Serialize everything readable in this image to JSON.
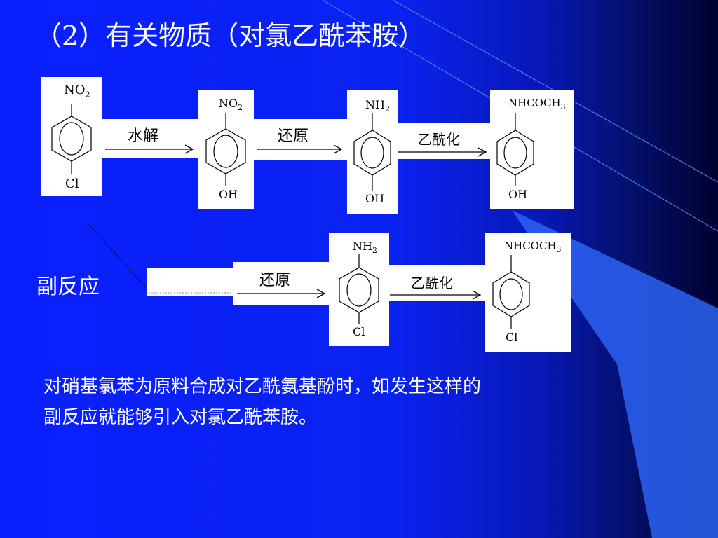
{
  "slide": {
    "title": "（2）有关物质（对氯乙酰苯胺）",
    "side_reaction_label": "副反应",
    "paragraph": {
      "line1": "对硝基氯苯为原料合成对乙酰氨基酚时，如发生这样的",
      "line2": "副反应就能够引入对氯乙酰苯胺。"
    }
  },
  "main_route": {
    "steps": [
      "水解",
      "还原",
      "乙酰化"
    ],
    "compounds": [
      {
        "top": "NO",
        "top_sub": "2",
        "bottom": "Cl"
      },
      {
        "top": "NO",
        "top_sub": "2",
        "bottom": "OH"
      },
      {
        "top": "NH",
        "top_sub": "2",
        "bottom": "OH"
      },
      {
        "top": "NHCOCH",
        "top_sub": "3",
        "bottom": "OH"
      }
    ]
  },
  "side_route": {
    "steps": [
      "还原",
      "乙酰化"
    ],
    "compounds": [
      {
        "top": "NH",
        "top_sub": "2",
        "bottom": "Cl"
      },
      {
        "top": "NHCOCH",
        "top_sub": "3",
        "bottom": "Cl"
      }
    ]
  },
  "colors": {
    "background": "#0a1fff",
    "accent_light": "#3b6cf0",
    "dark": "#000030"
  }
}
